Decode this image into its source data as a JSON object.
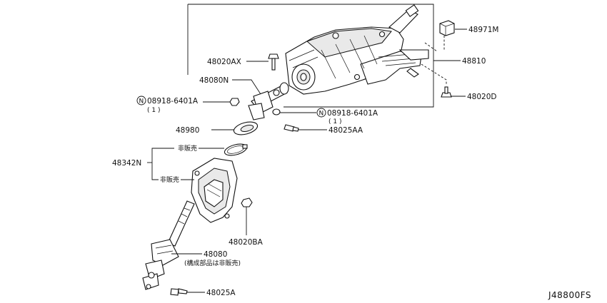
{
  "diagram": {
    "ref_code": "J48800FS",
    "labels": {
      "p48971M": "48971M",
      "p48810": "48810",
      "p48020D": "48020D",
      "p48020AX": "48020AX",
      "p48080N": "48080N",
      "p08918_upper": "08918-6401A",
      "p08918_upper_qty": "( 1 )",
      "p08918_lower": "08918-6401A",
      "p08918_lower_qty": "( 1 )",
      "p48025AA": "48025AA",
      "p48980": "48980",
      "p48342N": "48342N",
      "not_for_sale_upper": "非販売",
      "not_for_sale_lower": "非販売",
      "p48020BA": "48020BA",
      "p48080": "48080",
      "p48080_note": "(構成部品は非販売)",
      "p48025A": "48025A",
      "nut_symbol": "N"
    }
  }
}
